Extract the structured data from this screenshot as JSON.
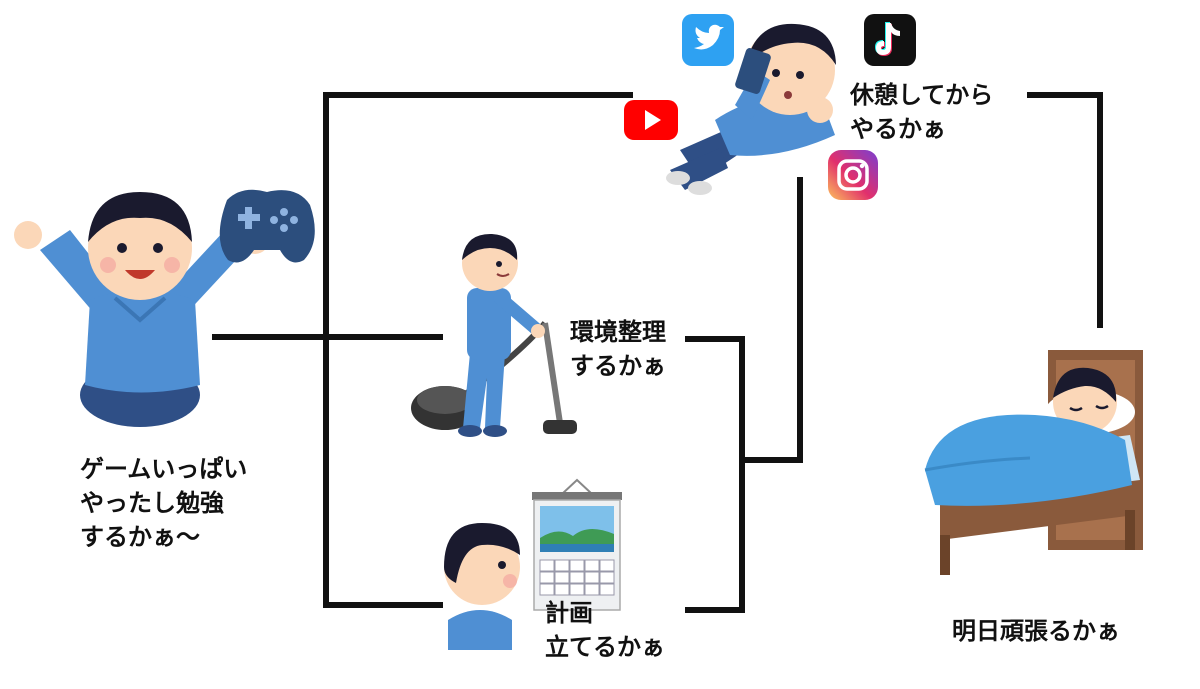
{
  "nodes": {
    "gaming": {
      "lines": [
        "ゲームいっぱい",
        "やったし勉強",
        "するかぁ〜"
      ]
    },
    "rest": {
      "lines": [
        "休憩してから",
        "やるかぁ"
      ]
    },
    "tidy": {
      "lines": [
        "環境整理",
        "するかぁ"
      ]
    },
    "plan": {
      "lines": [
        "計画",
        "立てるかぁ"
      ]
    },
    "sleep": {
      "lines": [
        "明日頑張るかぁ"
      ]
    }
  },
  "icons": [
    "gamepad-icon",
    "twitter-icon",
    "tiktok-icon",
    "youtube-icon",
    "instagram-icon",
    "vacuum-icon",
    "calendar-icon",
    "bed-icon"
  ],
  "colors": {
    "shirt": "#4f8fd3",
    "pants": "#2f4f86",
    "hair": "#1a1a2e",
    "skin": "#fbd7b8",
    "blanket": "#4aa0e0",
    "bed_wood": "#8a5a3c",
    "line": "#111111"
  }
}
